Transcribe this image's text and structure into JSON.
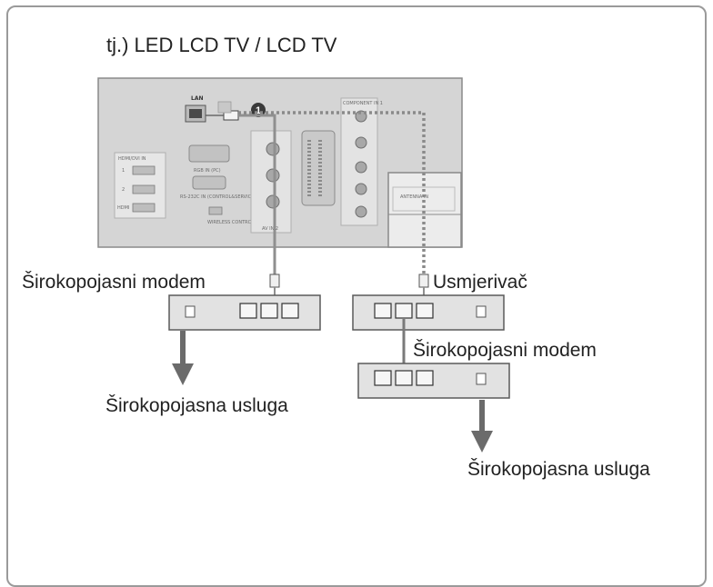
{
  "title": "tj.) LED LCD TV / LCD TV",
  "panel": {
    "lan_label": "LAN",
    "callout_number": "1",
    "hdmi_label": "HDMI/DVI IN",
    "hdmi_ports": [
      "1",
      "2",
      "HDMI"
    ],
    "rgb_label": "RGB IN (PC)",
    "rs232_label": "RS-232C IN (CONTROL&SERVICE)",
    "wireless_label": "WIRELESS CONTROL",
    "av_label": "AV IN 2",
    "component_label": "COMPONENT IN 1",
    "antenna_label": "ANTENNA IN"
  },
  "labels": {
    "modem_left": "Širokopojasni modem",
    "router": "Usmjerivač",
    "modem_right": "Širokopojasni modem",
    "service_left": "Širokopojasna usluga",
    "service_right": "Širokopojasna usluga"
  },
  "colors": {
    "panel": "#d5d5d5",
    "panel_border": "#8a8a8a",
    "device": "#e2e2e2",
    "cable_solid": "#8f8f8f",
    "cable_dotted": "#8a8a8a",
    "arrow": "#6b6b6b",
    "callout": "#3a3a3a"
  }
}
